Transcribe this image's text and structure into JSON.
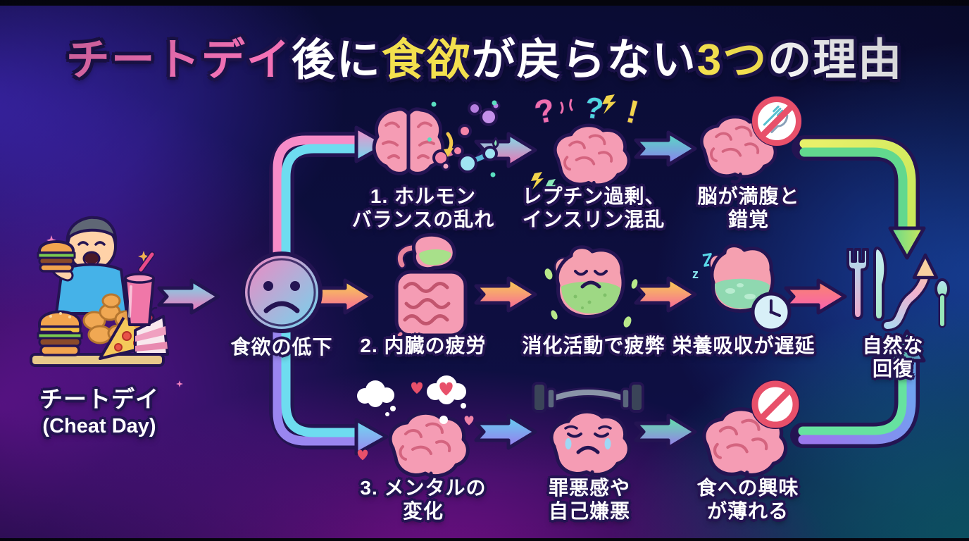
{
  "title": {
    "segments": [
      {
        "text": "チートデイ",
        "color": "#f472b6"
      },
      {
        "text": "後に",
        "color": "#ffffff"
      },
      {
        "text": "食欲",
        "color": "#f3e04e"
      },
      {
        "text": "が戻らない",
        "color": "#ffffff"
      },
      {
        "text": "3つ",
        "color": "#f3e04e"
      },
      {
        "text": "の理由",
        "color": "#ffffff"
      }
    ],
    "full_text": "チートデイ後に食欲が戻らない3つの理由"
  },
  "nodes": {
    "cheat_day": {
      "label": "チートデイ",
      "sublabel": "(Cheat Day)",
      "icon": "person-binge-eating-icon"
    },
    "appetite_drop": {
      "label": "食欲の低下",
      "icon": "sad-face-icon"
    },
    "hormone": {
      "label": "1. ホルモン\nバランスの乱れ",
      "icon": "brain-molecules-icon"
    },
    "leptin": {
      "label": "レプチン過剰、\nインスリン混乱",
      "icon": "confused-brain-icon"
    },
    "satiety": {
      "label": "脳が満腹と\n錯覚",
      "icon": "brain-no-eating-icon"
    },
    "organs": {
      "label": "2. 内臓の疲労",
      "icon": "stomach-intestines-icon"
    },
    "digestion": {
      "label": "消化活動で疲弊",
      "icon": "tired-stomach-icon"
    },
    "absorption": {
      "label": "栄養吸収が遅延",
      "icon": "sleeping-stomach-clock-icon"
    },
    "mental": {
      "label": "3. メンタルの\n変化",
      "icon": "brain-hearts-icon"
    },
    "guilt": {
      "label": "罪悪感や\n自己嫌悪",
      "icon": "sad-brain-barbell-icon"
    },
    "disinterest": {
      "label": "食への興味\nが薄れる",
      "icon": "brain-prohibition-icon"
    },
    "recovery": {
      "label": "自然な回復",
      "icon": "cutlery-recovery-arrow-icon"
    }
  },
  "flow_edges": [
    {
      "from": "cheat_day",
      "to": "appetite_drop"
    },
    {
      "from": "appetite_drop",
      "to": "hormone"
    },
    {
      "from": "appetite_drop",
      "to": "organs"
    },
    {
      "from": "appetite_drop",
      "to": "mental"
    },
    {
      "from": "hormone",
      "to": "leptin"
    },
    {
      "from": "leptin",
      "to": "satiety"
    },
    {
      "from": "satiety",
      "to": "recovery"
    },
    {
      "from": "organs",
      "to": "digestion"
    },
    {
      "from": "digestion",
      "to": "absorption"
    },
    {
      "from": "absorption",
      "to": "recovery"
    },
    {
      "from": "mental",
      "to": "guilt"
    },
    {
      "from": "guilt",
      "to": "disinterest"
    },
    {
      "from": "disinterest",
      "to": "recovery"
    }
  ],
  "colors": {
    "bg_top_left_indigo": "#3b2db0",
    "bg_left_purple": "#5c1390",
    "bg_bottom_magenta": "#8e12a0",
    "bg_bottom_right_teal": "#11808e",
    "bg_right_blue": "#1c55a8",
    "bg_navy": "#0d1040",
    "title_pink": "#f472b6",
    "title_yellow": "#f3e04e",
    "outline_navy": "#241452",
    "arrow_teal": "#6ee0ec",
    "arrow_pink": "#f76fb8",
    "arrow_yellow": "#f7d44c",
    "arrow_purple": "#9a78ee",
    "arrow_green": "#5ee8a5",
    "arrow_lime": "#cfe85a",
    "arrow_orange": "#f8876a",
    "arrow_cyan": "#63d4f0",
    "arrow_blue": "#6aa8f0"
  }
}
